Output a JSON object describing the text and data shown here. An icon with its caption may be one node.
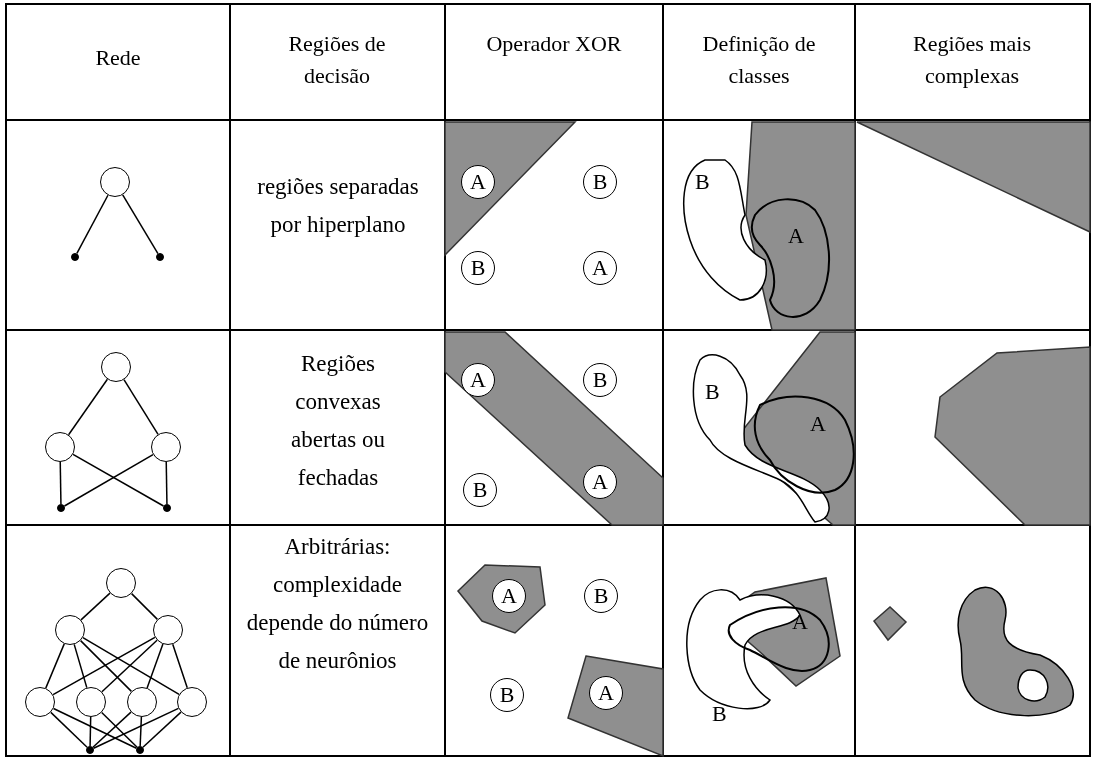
{
  "diagram": {
    "nodes": [
      {
        "text": [],
        "shape": "circle"
      },
      {
        "text": [],
        "shape": "circle"
      },
      {
        "text": [],
        "shape": "circle"
      },
      {
        "text": [
          "A"
        ]
      },
      {
        "text": [
          "B"
        ]
      },
      {
        "text": [
          "B"
        ]
      },
      {
        "text": [
          "A"
        ]
      },
      {
        "text": [],
        "shape": "circle"
      },
      {
        "text": [],
        "shape": "circle"
      },
      {
        "text": [],
        "shape": "circle"
      },
      {
        "text": [],
        "shape": "circle"
      },
      {
        "text": [],
        "shape": "circle"
      },
      {
        "text": [
          "A"
        ]
      },
      {
        "text": [
          "B"
        ]
      },
      {
        "text": [
          "B"
        ]
      },
      {
        "text": [
          "A"
        ]
      },
      {
        "text": [],
        "shape": "circle"
      },
      {
        "text": [],
        "shape": "circle"
      },
      {
        "text": [],
        "shape": "circle"
      },
      {
        "text": [],
        "shape": "circle"
      },
      {
        "text": [],
        "shape": "circle"
      },
      {
        "text": [],
        "shape": "circle"
      },
      {
        "text": [],
        "shape": "circle"
      },
      {
        "text": [],
        "shape": "circle"
      },
      {
        "text": [],
        "shape": "circle"
      },
      {
        "text": [
          "A"
        ]
      },
      {
        "text": [
          "B"
        ]
      },
      {
        "text": [
          "B"
        ]
      },
      {
        "text": [
          "A"
        ]
      }
    ],
    "edges": [
      {
        "from": 0,
        "to": 1,
        "arrow": "none"
      },
      {
        "from": 0,
        "to": 2,
        "arrow": "none"
      },
      {
        "from": 7,
        "to": 8,
        "arrow": "none"
      },
      {
        "from": 7,
        "to": 9,
        "arrow": "none"
      },
      {
        "from": 8,
        "to": 10,
        "arrow": "none"
      },
      {
        "from": 8,
        "to": 11,
        "arrow": "none"
      },
      {
        "from": 9,
        "to": 10,
        "arrow": "none"
      },
      {
        "from": 9,
        "to": 11,
        "arrow": "none"
      },
      {
        "from": 16,
        "to": 17,
        "arrow": "none"
      },
      {
        "from": 16,
        "to": 18,
        "arrow": "none"
      },
      {
        "from": 17,
        "to": 19,
        "arrow": "none"
      },
      {
        "from": 17,
        "to": 20,
        "arrow": "none"
      },
      {
        "from": 17,
        "to": 21,
        "arrow": "none"
      },
      {
        "from": 17,
        "to": 22,
        "arrow": "none"
      },
      {
        "from": 18,
        "to": 19,
        "arrow": "none"
      },
      {
        "from": 18,
        "to": 20,
        "arrow": "none"
      },
      {
        "from": 18,
        "to": 21,
        "arrow": "none"
      },
      {
        "from": 18,
        "to": 22,
        "arrow": "none"
      },
      {
        "from": 19,
        "to": 23,
        "arrow": "none"
      },
      {
        "from": 19,
        "to": 24,
        "arrow": "none"
      },
      {
        "from": 20,
        "to": 23,
        "arrow": "none"
      },
      {
        "from": 20,
        "to": 24,
        "arrow": "none"
      },
      {
        "from": 21,
        "to": 23,
        "arrow": "none"
      },
      {
        "from": 21,
        "to": 24,
        "arrow": "none"
      },
      {
        "from": 22,
        "to": 23,
        "arrow": "none"
      },
      {
        "from": 22,
        "to": 24,
        "arrow": "none"
      }
    ],
    "labels": [
      "Rede",
      "Regiões de decisão",
      "Operador XOR",
      "Definição de classes",
      "Regiões mais complexas",
      "regiões separadas por hiperplano",
      "B",
      "A",
      "Regiões convexas abertas ou fechadas",
      "B",
      "A",
      "Arbitrárias: complexidade depende do número de neurônios",
      "A",
      "B"
    ]
  }
}
